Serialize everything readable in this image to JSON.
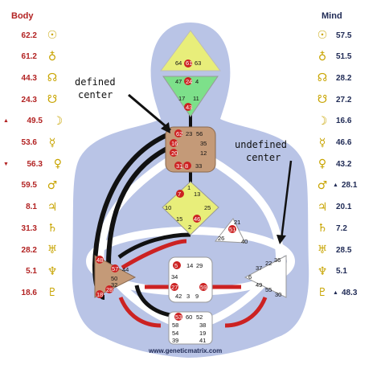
{
  "headers": {
    "body": "Body",
    "mind": "Mind"
  },
  "body_column": [
    {
      "value": "62.2",
      "planet": "sun",
      "glyph": "☉",
      "marker": ""
    },
    {
      "value": "61.2",
      "planet": "earth",
      "glyph": "♁",
      "marker": ""
    },
    {
      "value": "44.3",
      "planet": "north-node",
      "glyph": "☊",
      "marker": ""
    },
    {
      "value": "24.3",
      "planet": "south-node",
      "glyph": "☋",
      "marker": ""
    },
    {
      "value": "49.5",
      "planet": "moon",
      "glyph": "☽",
      "marker": "▲"
    },
    {
      "value": "53.6",
      "planet": "mercury",
      "glyph": "☿",
      "marker": ""
    },
    {
      "value": "56.3",
      "planet": "venus",
      "glyph": "♀",
      "marker": "▼"
    },
    {
      "value": "59.5",
      "planet": "mars",
      "glyph": "♂",
      "marker": ""
    },
    {
      "value": "8.1",
      "planet": "jupiter",
      "glyph": "♃",
      "marker": ""
    },
    {
      "value": "31.3",
      "planet": "saturn",
      "glyph": "♄",
      "marker": ""
    },
    {
      "value": "28.2",
      "planet": "uranus",
      "glyph": "♅",
      "marker": ""
    },
    {
      "value": "5.1",
      "planet": "neptune",
      "glyph": "♆",
      "marker": ""
    },
    {
      "value": "18.6",
      "planet": "pluto",
      "glyph": "♇",
      "marker": ""
    }
  ],
  "mind_column": [
    {
      "value": "57.5",
      "planet": "sun",
      "glyph": "☉",
      "marker": ""
    },
    {
      "value": "51.5",
      "planet": "earth",
      "glyph": "♁",
      "marker": ""
    },
    {
      "value": "28.2",
      "planet": "north-node",
      "glyph": "☊",
      "marker": ""
    },
    {
      "value": "27.2",
      "planet": "south-node",
      "glyph": "☋",
      "marker": ""
    },
    {
      "value": "16.6",
      "planet": "moon",
      "glyph": "☽",
      "marker": ""
    },
    {
      "value": "46.6",
      "planet": "mercury",
      "glyph": "☿",
      "marker": ""
    },
    {
      "value": "43.2",
      "planet": "venus",
      "glyph": "♀",
      "marker": ""
    },
    {
      "value": "28.1",
      "planet": "mars",
      "glyph": "♂",
      "marker": "▲"
    },
    {
      "value": "20.1",
      "planet": "jupiter",
      "glyph": "♃",
      "marker": ""
    },
    {
      "value": "7.2",
      "planet": "saturn",
      "glyph": "♄",
      "marker": ""
    },
    {
      "value": "28.5",
      "planet": "uranus",
      "glyph": "♅",
      "marker": ""
    },
    {
      "value": "5.1",
      "planet": "neptune",
      "glyph": "♆",
      "marker": ""
    },
    {
      "value": "48.3",
      "planet": "pluto",
      "glyph": "♇",
      "marker": "▲"
    }
  ],
  "annotations": {
    "defined_line1": "defined",
    "defined_line2": "center",
    "undefined_line1": "undefined",
    "undefined_line2": "center"
  },
  "watermark": "www.geneticmatrix.com",
  "colors": {
    "silhouette": "#b9c4e6",
    "head_center": "#e8ee7a",
    "ajna_center": "#7de08a",
    "defined_tan": "#c49a78",
    "g_center": "#e8ee7a",
    "undefined_center": "#ffffff",
    "activation_red": "#cc2222",
    "channel_black": "#111111",
    "body_text": "#b22222",
    "mind_text": "#1f2a55",
    "glyph_gold": "#c8a400"
  },
  "gates": {
    "head": [
      "64",
      "61",
      "63"
    ],
    "ajna": [
      "47",
      "24",
      "4",
      "17",
      "11",
      "43"
    ],
    "throat": [
      "62",
      "23",
      "56",
      "16",
      "35",
      "20",
      "12",
      "31",
      "8",
      "33"
    ],
    "g": [
      "1",
      "13",
      "7",
      "10",
      "25",
      "15",
      "2",
      "46"
    ],
    "ego": [
      "21",
      "51",
      "26",
      "40"
    ],
    "spleen": [
      "48",
      "57",
      "44",
      "50",
      "32",
      "28",
      "18"
    ],
    "sacral": [
      "5",
      "14",
      "29",
      "34",
      "27",
      "42",
      "3",
      "9",
      "59"
    ],
    "solar_plexus": [
      "36",
      "22",
      "37",
      "6",
      "49",
      "55",
      "30"
    ],
    "root": [
      "53",
      "60",
      "52",
      "58",
      "38",
      "54",
      "19",
      "39",
      "41"
    ]
  }
}
